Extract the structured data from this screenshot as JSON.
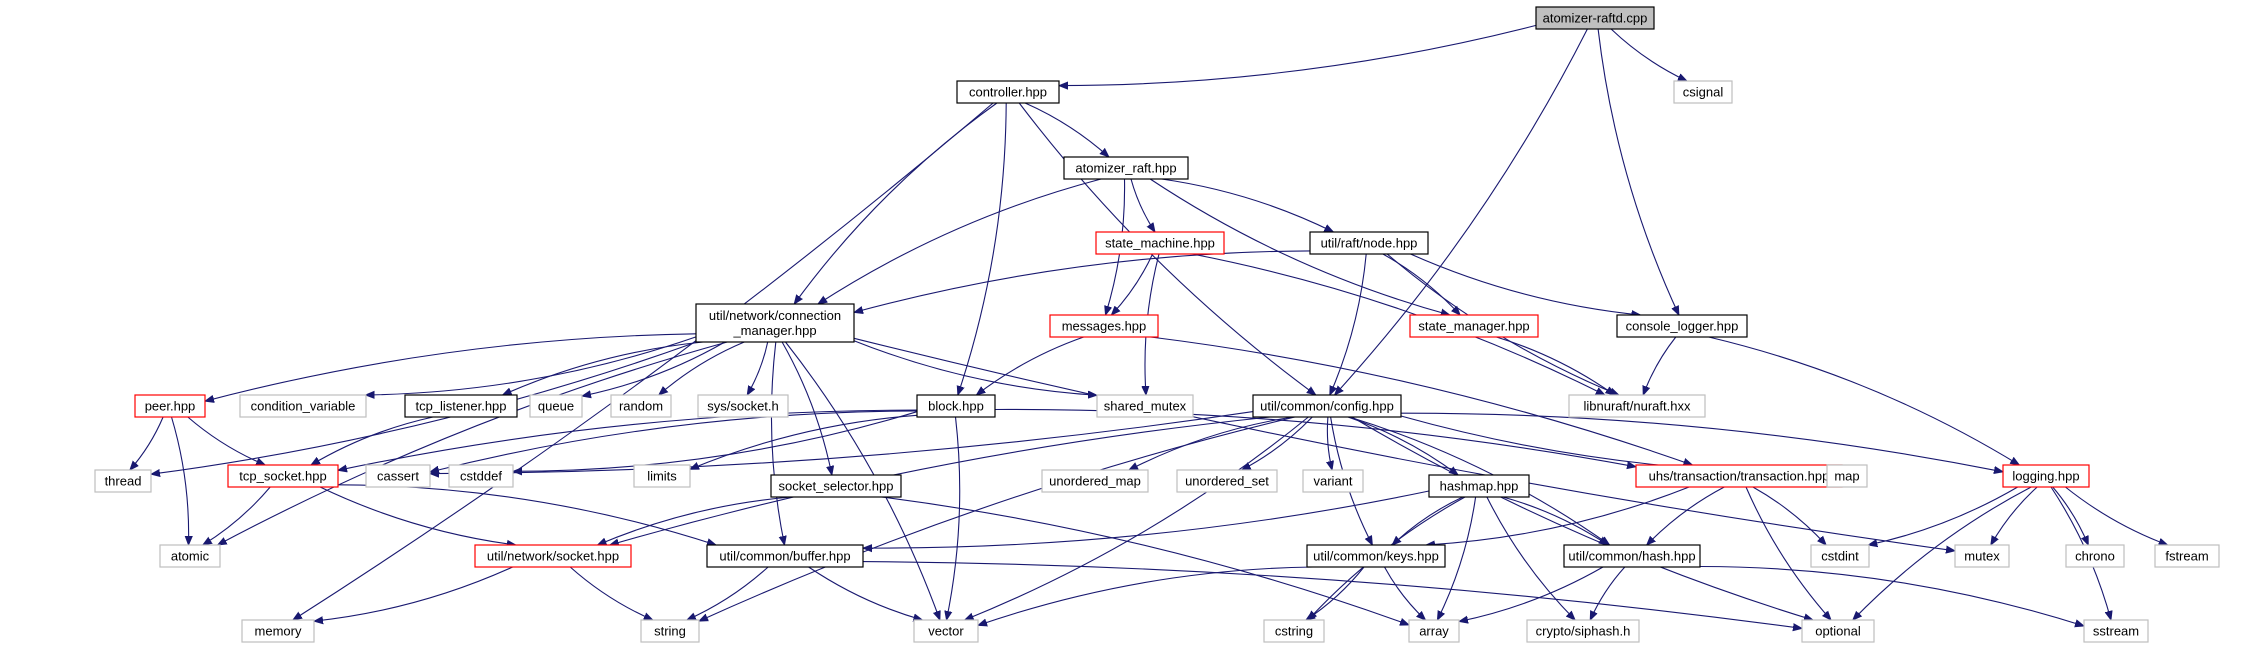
{
  "graph": {
    "title": "",
    "edge_color": "#191970",
    "root_fill": "#bfbfbf",
    "node_fill": "#ffffff",
    "border_colors": {
      "doc": "#000000",
      "doc_truncated": "#ff0000",
      "system": "#bfbfbf"
    },
    "label_colors": {
      "doc": "#000000",
      "system": "#404040"
    },
    "nodes": [
      {
        "id": "root",
        "lines": [
          "atomizer-raftd.cpp"
        ],
        "kind": "root"
      },
      {
        "id": "controller",
        "lines": [
          "controller.hpp"
        ],
        "kind": "doc"
      },
      {
        "id": "csignal",
        "lines": [
          "csignal"
        ],
        "kind": "system"
      },
      {
        "id": "atomizer_raft",
        "lines": [
          "atomizer_raft.hpp"
        ],
        "kind": "doc"
      },
      {
        "id": "state_machine",
        "lines": [
          "state_machine.hpp"
        ],
        "kind": "doc_truncated"
      },
      {
        "id": "node",
        "lines": [
          "util/raft/node.hpp"
        ],
        "kind": "doc"
      },
      {
        "id": "conn_mgr",
        "lines": [
          "util/network/connection",
          "_manager.hpp"
        ],
        "kind": "doc"
      },
      {
        "id": "messages",
        "lines": [
          "messages.hpp"
        ],
        "kind": "doc_truncated"
      },
      {
        "id": "state_manager",
        "lines": [
          "state_manager.hpp"
        ],
        "kind": "doc_truncated"
      },
      {
        "id": "console_logger",
        "lines": [
          "console_logger.hpp"
        ],
        "kind": "doc"
      },
      {
        "id": "peer",
        "lines": [
          "peer.hpp"
        ],
        "kind": "doc_truncated"
      },
      {
        "id": "condition_variable",
        "lines": [
          "condition_variable"
        ],
        "kind": "system"
      },
      {
        "id": "tcp_listener",
        "lines": [
          "tcp_listener.hpp"
        ],
        "kind": "doc"
      },
      {
        "id": "queue",
        "lines": [
          "queue"
        ],
        "kind": "system"
      },
      {
        "id": "random",
        "lines": [
          "random"
        ],
        "kind": "system"
      },
      {
        "id": "sys_socket",
        "lines": [
          "sys/socket.h"
        ],
        "kind": "system"
      },
      {
        "id": "block",
        "lines": [
          "block.hpp"
        ],
        "kind": "doc"
      },
      {
        "id": "shared_mutex",
        "lines": [
          "shared_mutex"
        ],
        "kind": "system"
      },
      {
        "id": "config",
        "lines": [
          "util/common/config.hpp"
        ],
        "kind": "doc"
      },
      {
        "id": "nuraft",
        "lines": [
          "libnuraft/nuraft.hxx"
        ],
        "kind": "system"
      },
      {
        "id": "thread",
        "lines": [
          "thread"
        ],
        "kind": "system"
      },
      {
        "id": "tcp_socket",
        "lines": [
          "tcp_socket.hpp"
        ],
        "kind": "doc_truncated"
      },
      {
        "id": "cassert",
        "lines": [
          "cassert"
        ],
        "kind": "system"
      },
      {
        "id": "cstddef",
        "lines": [
          "cstddef"
        ],
        "kind": "system"
      },
      {
        "id": "limits",
        "lines": [
          "limits"
        ],
        "kind": "system"
      },
      {
        "id": "socket_selector",
        "lines": [
          "socket_selector.hpp"
        ],
        "kind": "doc"
      },
      {
        "id": "unordered_map",
        "lines": [
          "unordered_map"
        ],
        "kind": "system"
      },
      {
        "id": "unordered_set",
        "lines": [
          "unordered_set"
        ],
        "kind": "system"
      },
      {
        "id": "variant",
        "lines": [
          "variant"
        ],
        "kind": "system"
      },
      {
        "id": "hashmap",
        "lines": [
          "hashmap.hpp"
        ],
        "kind": "doc"
      },
      {
        "id": "transaction",
        "lines": [
          "uhs/transaction/transaction.hpp"
        ],
        "kind": "doc_truncated"
      },
      {
        "id": "map",
        "lines": [
          "map"
        ],
        "kind": "system"
      },
      {
        "id": "logging",
        "lines": [
          "logging.hpp"
        ],
        "kind": "doc_truncated"
      },
      {
        "id": "atomic",
        "lines": [
          "atomic"
        ],
        "kind": "system"
      },
      {
        "id": "socket",
        "lines": [
          "util/network/socket.hpp"
        ],
        "kind": "doc_truncated"
      },
      {
        "id": "buffer",
        "lines": [
          "util/common/buffer.hpp"
        ],
        "kind": "doc"
      },
      {
        "id": "keys",
        "lines": [
          "util/common/keys.hpp"
        ],
        "kind": "doc"
      },
      {
        "id": "hash",
        "lines": [
          "util/common/hash.hpp"
        ],
        "kind": "doc"
      },
      {
        "id": "cstdint",
        "lines": [
          "cstdint"
        ],
        "kind": "system"
      },
      {
        "id": "mutex",
        "lines": [
          "mutex"
        ],
        "kind": "system"
      },
      {
        "id": "chrono",
        "lines": [
          "chrono"
        ],
        "kind": "system"
      },
      {
        "id": "fstream",
        "lines": [
          "fstream"
        ],
        "kind": "system"
      },
      {
        "id": "memory",
        "lines": [
          "memory"
        ],
        "kind": "system"
      },
      {
        "id": "string",
        "lines": [
          "string"
        ],
        "kind": "system"
      },
      {
        "id": "vector",
        "lines": [
          "vector"
        ],
        "kind": "system"
      },
      {
        "id": "cstring",
        "lines": [
          "cstring"
        ],
        "kind": "system"
      },
      {
        "id": "array",
        "lines": [
          "array"
        ],
        "kind": "system"
      },
      {
        "id": "siphash",
        "lines": [
          "crypto/siphash.h"
        ],
        "kind": "system"
      },
      {
        "id": "optional",
        "lines": [
          "optional"
        ],
        "kind": "system"
      },
      {
        "id": "sstream",
        "lines": [
          "sstream"
        ],
        "kind": "system"
      }
    ],
    "edges": [
      {
        "from": "root",
        "to": "controller"
      },
      {
        "from": "root",
        "to": "csignal"
      },
      {
        "from": "root",
        "to": "config"
      },
      {
        "from": "root",
        "to": "console_logger"
      },
      {
        "from": "controller",
        "to": "atomizer_raft"
      },
      {
        "from": "controller",
        "to": "conn_mgr"
      },
      {
        "from": "controller",
        "to": "block"
      },
      {
        "from": "controller",
        "to": "config"
      },
      {
        "from": "controller",
        "to": "memory"
      },
      {
        "from": "atomizer_raft",
        "to": "state_machine"
      },
      {
        "from": "atomizer_raft",
        "to": "node"
      },
      {
        "from": "atomizer_raft",
        "to": "conn_mgr"
      },
      {
        "from": "atomizer_raft",
        "to": "messages"
      },
      {
        "from": "atomizer_raft",
        "to": "state_manager"
      },
      {
        "from": "state_machine",
        "to": "messages"
      },
      {
        "from": "state_machine",
        "to": "shared_mutex"
      },
      {
        "from": "state_machine",
        "to": "nuraft"
      },
      {
        "from": "node",
        "to": "conn_mgr"
      },
      {
        "from": "node",
        "to": "state_manager"
      },
      {
        "from": "node",
        "to": "console_logger"
      },
      {
        "from": "node",
        "to": "config"
      },
      {
        "from": "node",
        "to": "nuraft"
      },
      {
        "from": "state_manager",
        "to": "nuraft"
      },
      {
        "from": "console_logger",
        "to": "nuraft"
      },
      {
        "from": "console_logger",
        "to": "logging"
      },
      {
        "from": "messages",
        "to": "block"
      },
      {
        "from": "messages",
        "to": "transaction"
      },
      {
        "from": "conn_mgr",
        "to": "peer"
      },
      {
        "from": "conn_mgr",
        "to": "condition_variable"
      },
      {
        "from": "conn_mgr",
        "to": "tcp_listener"
      },
      {
        "from": "conn_mgr",
        "to": "queue"
      },
      {
        "from": "conn_mgr",
        "to": "random"
      },
      {
        "from": "conn_mgr",
        "to": "sys_socket"
      },
      {
        "from": "conn_mgr",
        "to": "shared_mutex"
      },
      {
        "from": "conn_mgr",
        "to": "thread"
      },
      {
        "from": "conn_mgr",
        "to": "atomic"
      },
      {
        "from": "conn_mgr",
        "to": "socket_selector"
      },
      {
        "from": "conn_mgr",
        "to": "buffer"
      },
      {
        "from": "conn_mgr",
        "to": "vector"
      },
      {
        "from": "conn_mgr",
        "to": "mutex"
      },
      {
        "from": "peer",
        "to": "thread"
      },
      {
        "from": "peer",
        "to": "tcp_socket"
      },
      {
        "from": "peer",
        "to": "atomic"
      },
      {
        "from": "tcp_listener",
        "to": "tcp_socket"
      },
      {
        "from": "tcp_socket",
        "to": "atomic"
      },
      {
        "from": "tcp_socket",
        "to": "socket"
      },
      {
        "from": "tcp_socket",
        "to": "buffer"
      },
      {
        "from": "block",
        "to": "cassert"
      },
      {
        "from": "block",
        "to": "cstddef"
      },
      {
        "from": "block",
        "to": "limits"
      },
      {
        "from": "block",
        "to": "transaction"
      },
      {
        "from": "block",
        "to": "tcp_socket"
      },
      {
        "from": "block",
        "to": "vector"
      },
      {
        "from": "socket_selector",
        "to": "socket"
      },
      {
        "from": "socket_selector",
        "to": "array"
      },
      {
        "from": "config",
        "to": "unordered_map"
      },
      {
        "from": "config",
        "to": "unordered_set"
      },
      {
        "from": "config",
        "to": "variant"
      },
      {
        "from": "config",
        "to": "hashmap"
      },
      {
        "from": "config",
        "to": "keys"
      },
      {
        "from": "config",
        "to": "hash"
      },
      {
        "from": "config",
        "to": "map"
      },
      {
        "from": "config",
        "to": "logging"
      },
      {
        "from": "config",
        "to": "optional"
      },
      {
        "from": "config",
        "to": "vector"
      },
      {
        "from": "config",
        "to": "string"
      },
      {
        "from": "config",
        "to": "cassert"
      },
      {
        "from": "config",
        "to": "socket"
      },
      {
        "from": "hashmap",
        "to": "buffer"
      },
      {
        "from": "hashmap",
        "to": "keys"
      },
      {
        "from": "hashmap",
        "to": "hash"
      },
      {
        "from": "hashmap",
        "to": "cstring"
      },
      {
        "from": "hashmap",
        "to": "array"
      },
      {
        "from": "hashmap",
        "to": "siphash"
      },
      {
        "from": "transaction",
        "to": "keys"
      },
      {
        "from": "transaction",
        "to": "hash"
      },
      {
        "from": "transaction",
        "to": "cstdint"
      },
      {
        "from": "transaction",
        "to": "optional"
      },
      {
        "from": "logging",
        "to": "cstdint"
      },
      {
        "from": "logging",
        "to": "mutex"
      },
      {
        "from": "logging",
        "to": "chrono"
      },
      {
        "from": "logging",
        "to": "fstream"
      },
      {
        "from": "logging",
        "to": "sstream"
      },
      {
        "from": "logging",
        "to": "optional"
      },
      {
        "from": "socket",
        "to": "memory"
      },
      {
        "from": "socket",
        "to": "string"
      },
      {
        "from": "buffer",
        "to": "string"
      },
      {
        "from": "buffer",
        "to": "vector"
      },
      {
        "from": "buffer",
        "to": "optional"
      },
      {
        "from": "keys",
        "to": "vector"
      },
      {
        "from": "keys",
        "to": "cstring"
      },
      {
        "from": "keys",
        "to": "array"
      },
      {
        "from": "hash",
        "to": "array"
      },
      {
        "from": "hash",
        "to": "siphash"
      },
      {
        "from": "hash",
        "to": "sstream"
      }
    ]
  }
}
